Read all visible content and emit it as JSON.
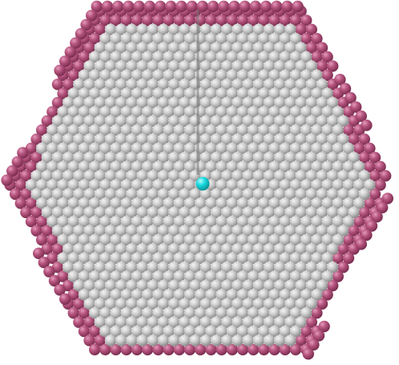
{
  "figure": {
    "description_visible_text": "",
    "colors": {
      "background": "#ffffff",
      "interior_atom": "#c9c9c9",
      "interior_atom_highlight": "#f2f2f2",
      "interior_atom_shadow": "#8e8e8e",
      "boundary_atom": "#b4527e",
      "boundary_atom_highlight": "#e08db0",
      "boundary_atom_shadow": "#7c2f52",
      "marked_atom": "#19d9df",
      "marked_atom_highlight": "#9ff7fa",
      "marked_atom_shadow": "#0e9ca1",
      "grain_boundary_line": "#6b6b6b"
    },
    "icons": {
      "interior": "gray-sphere",
      "boundary": "magenta-sphere",
      "marker": "cyan-sphere"
    }
  }
}
